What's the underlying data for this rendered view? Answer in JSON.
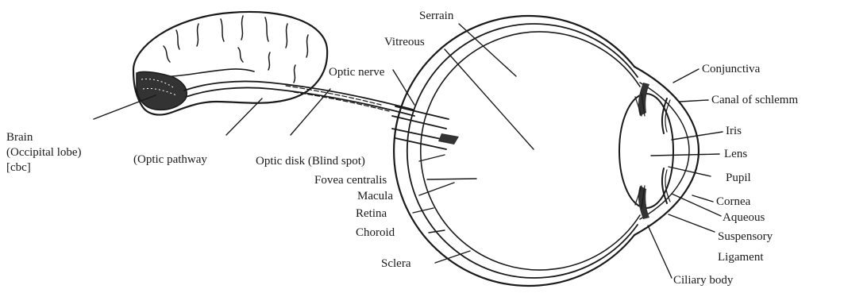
{
  "labels": {
    "serrain": "Serrain",
    "vitreous": "Vitreous",
    "optic_nerve": "Optic nerve",
    "brain_line1": "Brain",
    "brain_line2": "(Occipital lobe)",
    "brain_line3": "[cbc]",
    "optic_pathway": "(Optic pathway",
    "optic_disk": "Optic disk (Blind spot)",
    "fovea": "Fovea centralis",
    "macula": "Macula",
    "retina": "Retina",
    "choroid": "Choroid",
    "sclera": "Sclera",
    "conjunctiva": "Conjunctiva",
    "canal": "Canal of schlemm",
    "iris": "Iris",
    "lens": "Lens",
    "pupil": "Pupil",
    "cornea": "Cornea",
    "aqueous": "Aqueous",
    "suspensory": "Suspensory",
    "ligament": "Ligament",
    "ciliary_body": "Ciliary body"
  },
  "colors": {
    "ink": "#1a1a1a",
    "background": "#ffffff"
  }
}
